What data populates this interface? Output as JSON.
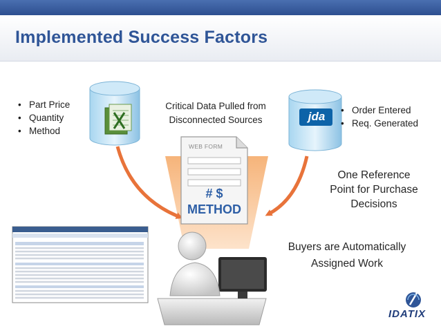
{
  "header": {
    "title": "Implemented Success Factors"
  },
  "left_source": {
    "bullets": [
      "Part Price",
      "Quantity",
      "Method"
    ],
    "icon": "excel-database-icon"
  },
  "right_source": {
    "bullets": [
      "Order Entered",
      "Req. Generated"
    ],
    "logo_text": "jda",
    "icon": "jda-database-icon"
  },
  "center_caption": [
    "Critical Data Pulled from",
    "Disconnected Sources"
  ],
  "web_form": {
    "label": "WEB FORM",
    "symbols": "# $",
    "method": "METHOD"
  },
  "reference_note": [
    "One Reference",
    "Point for Purchase",
    "Decisions"
  ],
  "buyers_note": [
    "Buyers are Automatically",
    "Assigned Work"
  ],
  "brand": {
    "logo_text": "IDATIX"
  },
  "colors": {
    "title": "#2f5597",
    "arrow": "#e8733a",
    "funnel": "#f3a86a",
    "form_text": "#2e5fa6",
    "cylinder": "#8fc7e8"
  }
}
